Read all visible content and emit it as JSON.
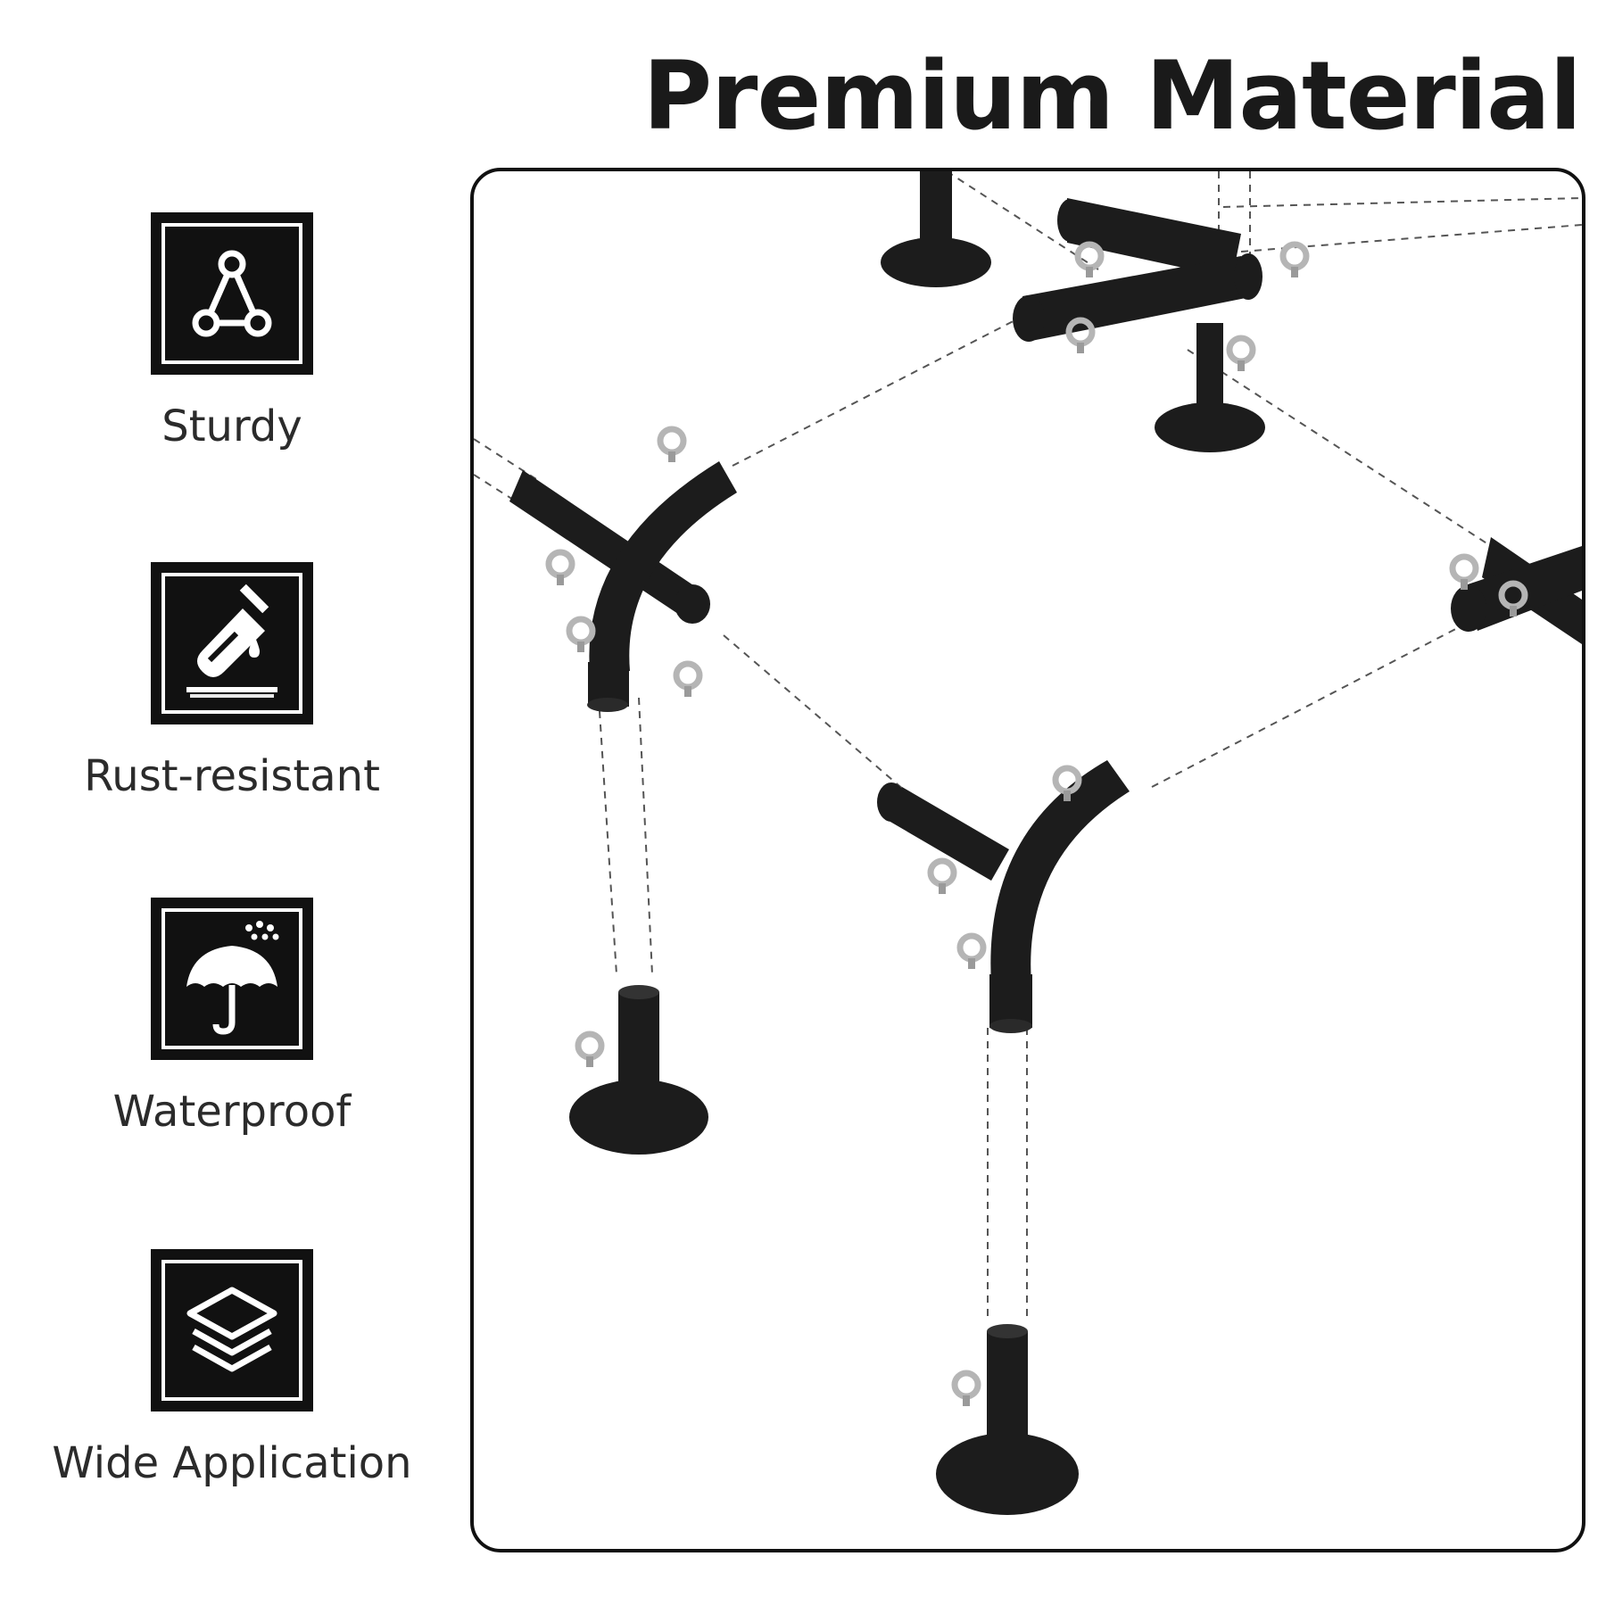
{
  "header": {
    "title": "Premium Material"
  },
  "features": [
    {
      "label": "Sturdy",
      "icon": "triangle-nodes-icon"
    },
    {
      "label": "Rust-resistant",
      "icon": "test-tube-drop-icon"
    },
    {
      "label": "Waterproof",
      "icon": "umbrella-rain-icon"
    },
    {
      "label": "Wide Application",
      "icon": "layers-icon"
    }
  ],
  "colors": {
    "dark": "#111111",
    "metal": "#1c1c1c",
    "bolt": "#b5b5b5"
  }
}
